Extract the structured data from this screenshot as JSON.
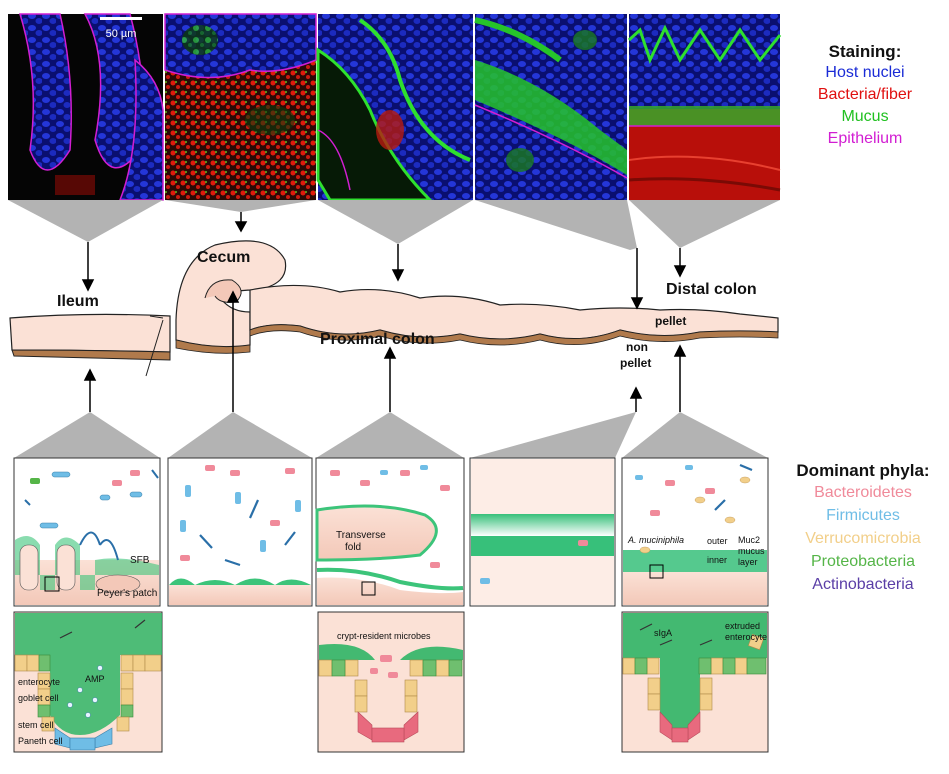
{
  "scale_bar_label": "50 µm",
  "staining_legend": {
    "title": "Staining:",
    "items": [
      {
        "label": "Host nuclei",
        "color": "#1a2bd6"
      },
      {
        "label": "Bacteria/fiber",
        "color": "#e01010"
      },
      {
        "label": "Mucus",
        "color": "#20c020"
      },
      {
        "label": "Epithelium",
        "color": "#d21ed2"
      }
    ]
  },
  "phyla_legend": {
    "title": "Dominant phyla:",
    "items": [
      {
        "label": "Bacteroidetes",
        "color": "#f08a9a"
      },
      {
        "label": "Firmicutes",
        "color": "#6fbde6"
      },
      {
        "label": "Verrucomicrobia",
        "color": "#f2cf8a"
      },
      {
        "label": "Proteobacteria",
        "color": "#55b548"
      },
      {
        "label": "Actinobacteria",
        "color": "#5a3ea6"
      }
    ]
  },
  "gut_labels": {
    "ileum": "Ileum",
    "cecum": "Cecum",
    "proximal_colon": "Proximal colon",
    "distal_colon": "Distal colon",
    "pellet": "pellet",
    "non_pellet": "non pellet"
  },
  "panel_labels": {
    "sfb": "SFB",
    "peyers_patch": "Peyer's patch",
    "transverse_fold": "Transverse fold",
    "a_muciniphila": "A. muciniphila",
    "outer": "outer",
    "inner": "inner",
    "muc2_mucus_layer": "Muc2 mucus layer"
  },
  "detail_labels": {
    "enterocyte": "enterocyte",
    "goblet_cell": "goblet cell",
    "amp": "AMP",
    "stem_cell": "stem cell",
    "paneth_cell": "Paneth cell",
    "crypt_resident": "crypt-resident microbes",
    "siga": "sIgA",
    "extruded_enterocyte": "extruded enterocyte"
  }
}
